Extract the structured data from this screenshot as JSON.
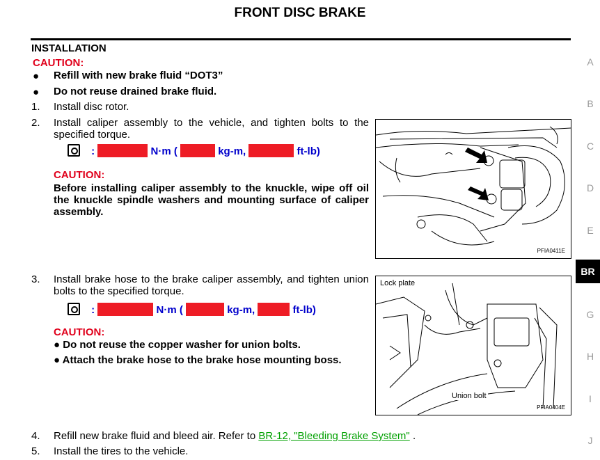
{
  "page_title": "FRONT DISC BRAKE",
  "section": "INSTALLATION",
  "caution_label": "CAUTION:",
  "intro_bullets": [
    "Refill with new brake fluid “DOT3”",
    "Do not reuse drained brake fluid."
  ],
  "steps": [
    {
      "num": "1.",
      "text": "Install disc rotor."
    },
    {
      "num": "2.",
      "text": "Install caliper assembly to the vehicle, and tighten bolts to the specified torque."
    },
    {
      "num": "3.",
      "text": "Install brake hose to the brake caliper assembly, and tighten union bolts to the specified torque."
    },
    {
      "num": "4.",
      "text": "Refill new brake fluid and bleed air. Refer to",
      "link": "BR-12, \"Bleeding Brake System\"",
      "after": "."
    },
    {
      "num": "5.",
      "text": "Install the tires to the vehicle."
    }
  ],
  "torque": {
    "sep": ":",
    "nm": "N·m (",
    "kgm": "kg-m,",
    "ftlb": "ft-lb)"
  },
  "caution2_text": "Before installing caliper assembly to the knuckle, wipe off oil the knuckle spindle washers and mounting surface of caliper assembly.",
  "caution3_bullets": [
    "Do not reuse the copper washer for union bolts.",
    "Attach the brake hose to the brake hose mounting boss."
  ],
  "figure1": {
    "code": "PFIA0411E"
  },
  "figure2": {
    "code": "PFIA0404E",
    "label_lock": "Lock plate",
    "label_union": "Union bolt"
  },
  "tabs": [
    "A",
    "B",
    "C",
    "D",
    "E",
    "BR",
    "G",
    "H",
    "I",
    "J"
  ],
  "active_tab": "BR",
  "colors": {
    "caution": "#e0001b",
    "torque": "#0000cc",
    "redaction": "#ee1c25",
    "link": "#00a000"
  }
}
